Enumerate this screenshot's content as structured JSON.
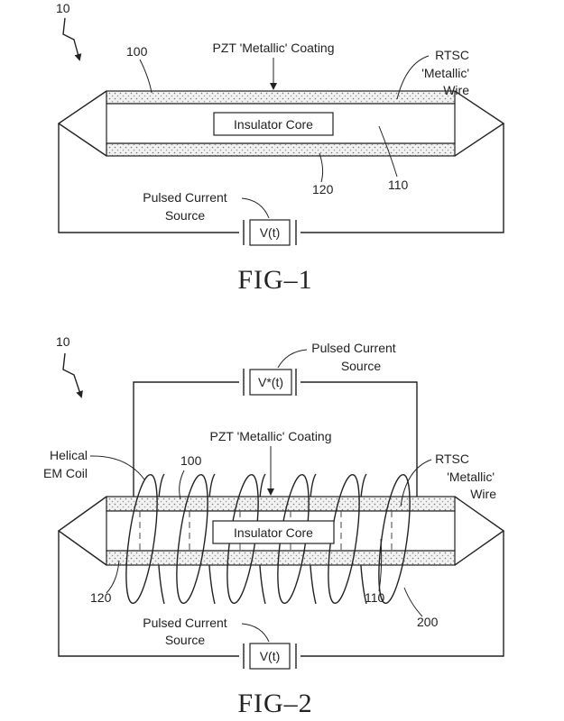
{
  "fig1": {
    "ref_device": "10",
    "ref_coating": "100",
    "ref_core": "110",
    "ref_wire": "120",
    "coating_label": "PZT 'Metallic' Coating",
    "wire_label_line1": "RTSC",
    "wire_label_line2": "'Metallic'",
    "wire_label_line3": "Wire",
    "core_label": "Insulator Core",
    "source_label_line1": "Pulsed Current",
    "source_label_line2": "Source",
    "source_symbol": "V(t)",
    "caption": "FIG–1"
  },
  "fig2": {
    "ref_device": "10",
    "ref_coating": "100",
    "ref_core": "110",
    "ref_wire": "120",
    "ref_coil": "200",
    "coil_label_line1": "Helical",
    "coil_label_line2": "EM Coil",
    "coating_label": "PZT 'Metallic' Coating",
    "wire_label_line1": "RTSC",
    "wire_label_line2": "'Metallic'",
    "wire_label_line3": "Wire",
    "core_label": "Insulator Core",
    "top_source_label_line1": "Pulsed Current",
    "top_source_label_line2": "Source",
    "top_source_symbol": "V*(t)",
    "bottom_source_label_line1": "Pulsed Current",
    "bottom_source_label_line2": "Source",
    "bottom_source_symbol": "V(t)",
    "caption": "FIG–2"
  }
}
